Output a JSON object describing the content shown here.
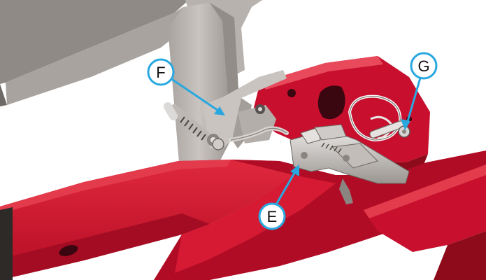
{
  "callouts": {
    "f": {
      "label": "F",
      "part": "bracket"
    },
    "g": {
      "label": "G",
      "part": "hitch-pin"
    },
    "e": {
      "label": "E",
      "part": "latch"
    }
  },
  "colors": {
    "frame_red": "#c8102e",
    "frame_dark_red": "#8e0b1c",
    "frame_light_red": "#e33a4c",
    "steel_gray": "#b8b2ae",
    "steel_dark": "#7d7773",
    "callout_blue": "#29a8e0",
    "background": "#ffffff"
  }
}
